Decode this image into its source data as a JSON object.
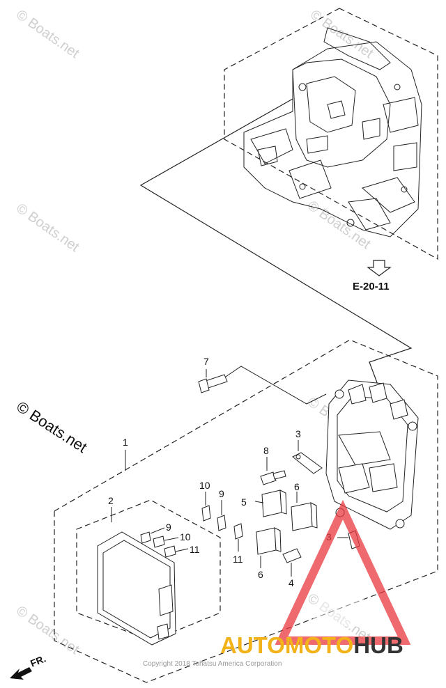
{
  "watermarks": {
    "small": "© Boats.net",
    "large": "© Boats.net"
  },
  "reference": {
    "label": "E-20-11"
  },
  "parts": [
    {
      "num": "1"
    },
    {
      "num": "2"
    },
    {
      "num": "3"
    },
    {
      "num": "3"
    },
    {
      "num": "4"
    },
    {
      "num": "5"
    },
    {
      "num": "6"
    },
    {
      "num": "6"
    },
    {
      "num": "7"
    },
    {
      "num": "8"
    },
    {
      "num": "9"
    },
    {
      "num": "9"
    },
    {
      "num": "10"
    },
    {
      "num": "10"
    },
    {
      "num": "11"
    },
    {
      "num": "11"
    }
  ],
  "direction_label": "FR.",
  "copyright": "Copyright 2018 Tohatsu America Corporation",
  "logo": {
    "text_a": "AUTOMOTO",
    "text_b": "HUB",
    "color_a": "#f2b21a",
    "color_b": "#333333",
    "triangle_color": "#e8383d"
  }
}
